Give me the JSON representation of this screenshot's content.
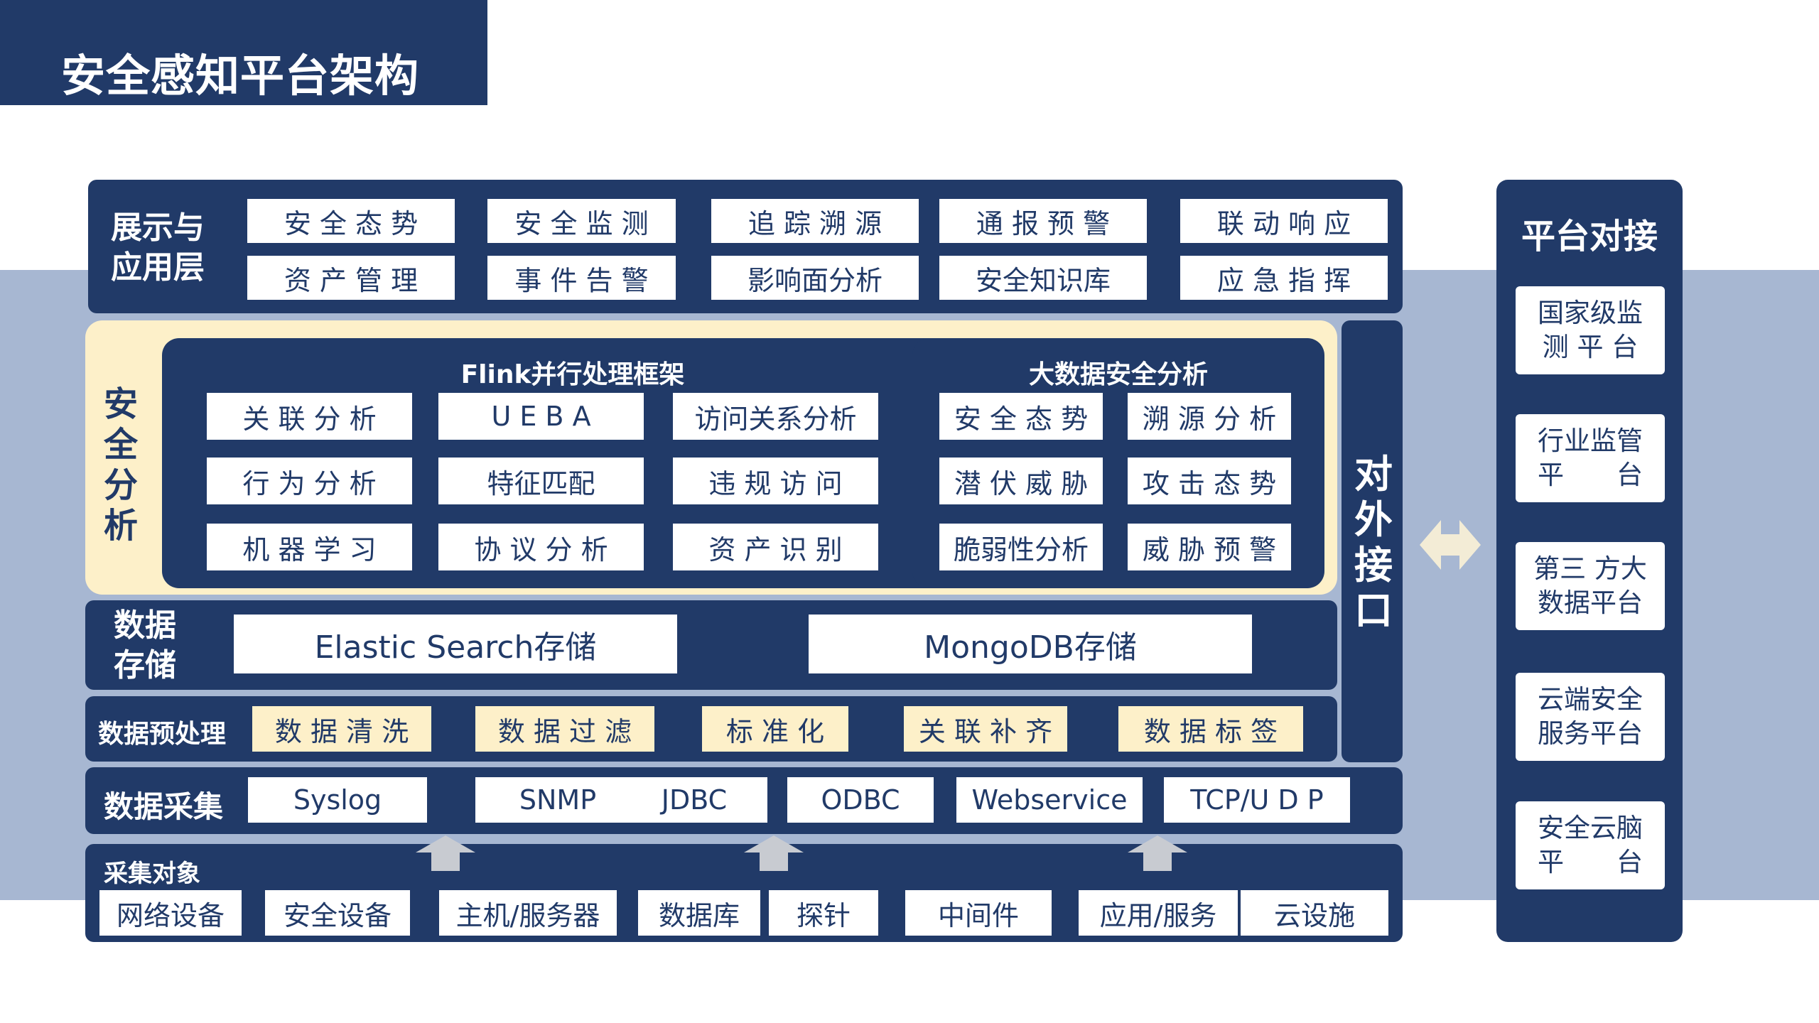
{
  "title": "安全感知平台架构",
  "display_layer": {
    "label": "展示与应用层",
    "items": [
      "安 全 态 势",
      "安 全 监 测",
      "追 踪 溯 源",
      "通 报 预 警",
      "联 动 响 应",
      "资 产 管 理",
      "事 件 告 警",
      "影响面分析",
      "安全知识库",
      "应 急 指 挥"
    ]
  },
  "security_analysis": {
    "label": "安全分析",
    "flink": {
      "title": "Flink并行处理框架",
      "items": [
        "关 联 分 析",
        "U E B A",
        "访问关系分析",
        "行 为 分 析",
        "特征匹配",
        "违 规 访 问",
        "机 器 学 习",
        "协 议 分 析",
        "资 产 识 别"
      ]
    },
    "bigdata": {
      "title": "大数据安全分析",
      "items": [
        "安 全 态 势",
        "溯 源 分 析",
        "潜 伏 威 胁",
        "攻 击 态 势",
        "脆弱性分析",
        "威 胁 预 警"
      ]
    }
  },
  "external_interface": {
    "label": "对外接口"
  },
  "storage": {
    "label": "数据存储",
    "items": [
      "Elastic Search存储",
      "MongoDB存储"
    ]
  },
  "preprocess": {
    "label": "数据预处理",
    "items": [
      "数 据 清 洗",
      "数 据 过 滤",
      "标 准 化",
      "关 联 补 齐",
      "数 据 标 签"
    ]
  },
  "collection": {
    "label": "数据采集",
    "items": [
      "Syslog",
      "SNMP",
      "JDBC",
      "ODBC",
      "Webservice",
      "TCP/U D P"
    ]
  },
  "targets": {
    "label": "采集对象",
    "items": [
      "网络设备",
      "安全设备",
      "主机/服务器",
      "数据库",
      "探针",
      "中间件",
      "应用/服务",
      "云设施"
    ]
  },
  "platform": {
    "label": "平台对接",
    "items": [
      "国家级监测 平 台",
      "行业监管平　　台",
      "第三 方大数据平台",
      "云端安全服务平台",
      "安全云脑平　　台"
    ]
  },
  "colors": {
    "navy": "#213a68",
    "cream": "#fdf0c9",
    "band": "#a7b7d2",
    "arrow_gray": "#c8cbd1"
  }
}
